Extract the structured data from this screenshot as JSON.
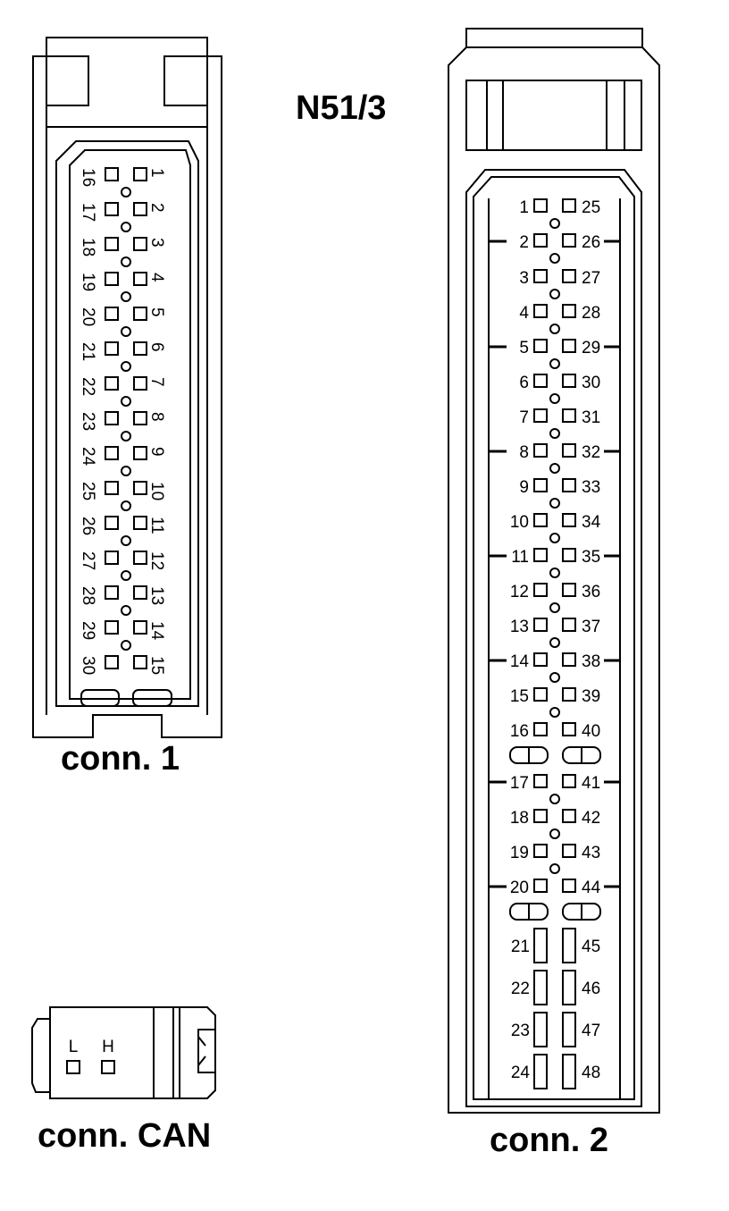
{
  "device_code": "N51/3",
  "connectors": {
    "conn1": {
      "label": "conn. 1",
      "left_pins": [
        "16",
        "17",
        "18",
        "19",
        "20",
        "21",
        "22",
        "23",
        "24",
        "25",
        "26",
        "27",
        "28",
        "29",
        "30"
      ],
      "right_pins": [
        "1",
        "2",
        "3",
        "4",
        "5",
        "6",
        "7",
        "8",
        "9",
        "10",
        "11",
        "12",
        "13",
        "14",
        "15"
      ]
    },
    "conn2": {
      "label": "conn. 2",
      "left_pins": [
        "1",
        "2",
        "3",
        "4",
        "5",
        "6",
        "7",
        "8",
        "9",
        "10",
        "11",
        "12",
        "13",
        "14",
        "15",
        "16",
        "17",
        "18",
        "19",
        "20",
        "21",
        "22",
        "23",
        "24"
      ],
      "right_pins": [
        "25",
        "26",
        "27",
        "28",
        "29",
        "30",
        "31",
        "32",
        "33",
        "34",
        "35",
        "36",
        "37",
        "38",
        "39",
        "40",
        "41",
        "42",
        "43",
        "44",
        "45",
        "46",
        "47",
        "48"
      ]
    },
    "can": {
      "label": "conn. CAN",
      "pins": [
        "L",
        "H"
      ]
    }
  }
}
